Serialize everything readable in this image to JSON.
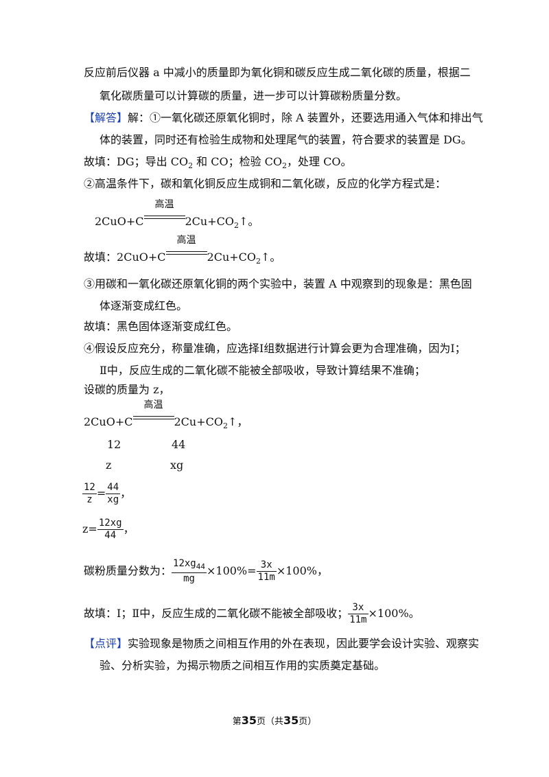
{
  "lines": {
    "l1": "反应前后仪器 a 中减小的质量即为氧化铜和碳反应生成二氧化碳的质量，根据二",
    "l2": "氧化碳质量可以计算碳的质量，进一步可以计算碳粉质量分数。",
    "answer_tag": "【解答】",
    "l3": "解：①一氧化碳还原氧化铜时，除 A 装置外，还要选用通入气体和排出气",
    "l4": "体的装置，同时还有检验生成物和处理尾气的装置，符合要求的装置是 DG。",
    "l5_a": "故填：DG；导出 CO",
    "l5_b": "2",
    "l5_c": " 和 CO；检验 CO",
    "l5_d": "2",
    "l5_e": "，处理 CO。",
    "l6": "②高温条件下，碳和氧化铜反应生成铜和二氧化碳，反应的化学方程式是：",
    "eq_left": "2CuO+C",
    "eq_cond": "高温",
    "eq_right": "2Cu+CO",
    "eq_sub": "2",
    "eq_tail1": "↑。",
    "fill_prefix": "故填：",
    "eq_tail2": "↑。",
    "l9": "③用碳和一氧化碳还原氧化铜的两个实验中，装置 A 中观察到的现象是：黑色固",
    "l10": "体逐渐变成红色。",
    "l11": "故填：黑色固体逐渐变成红色。",
    "l12": "④假设反应充分，称量准确，应选择Ⅰ组数据进行计算会更为合理准确，因为Ⅰ；",
    "l13": "Ⅱ中，反应生成的二氧化碳不能被全部吸收，导致计算结果不准确；",
    "l14": "设碳的质量为 z，",
    "eq_tail3": "↑，",
    "ratio_12": "12",
    "ratio_44": "44",
    "ratio_z": "z",
    "ratio_xg": "xg",
    "frac1_num": "12",
    "frac1_den": "z",
    "frac_eq": "=",
    "frac2_num": "44",
    "frac2_den": "xg",
    "comma": "，",
    "z_eq": "z=",
    "frac3_num": "12xg",
    "frac3_den": "44",
    "l19_label": "碳粉质量分数为：",
    "frac4_num": "12xg",
    "frac4_sub": "44",
    "frac4_den": "mg",
    "times100a": "×100%=",
    "frac5_num": "3x",
    "frac5_den": "11m",
    "times100b": "×100%，",
    "l20_text": "故填：Ⅰ；Ⅱ中，反应生成的二氧化碳不能被全部吸收；",
    "frac6_num": "3x",
    "frac6_den": "11m",
    "times100c": "×100%。",
    "comment_tag": "【点评】",
    "l21": "实验现象是物质之间相互作用的外在表现，因此要学会设计实验、观察实",
    "l22": "验、分析实验，为揭示物质之间相互作用的实质奠定基础。"
  },
  "footer": {
    "pre": "第",
    "page": "35",
    "mid": "页（共",
    "total": "35",
    "post": "页）"
  },
  "colors": {
    "tag": "#1a3fb0",
    "text": "#111111"
  }
}
